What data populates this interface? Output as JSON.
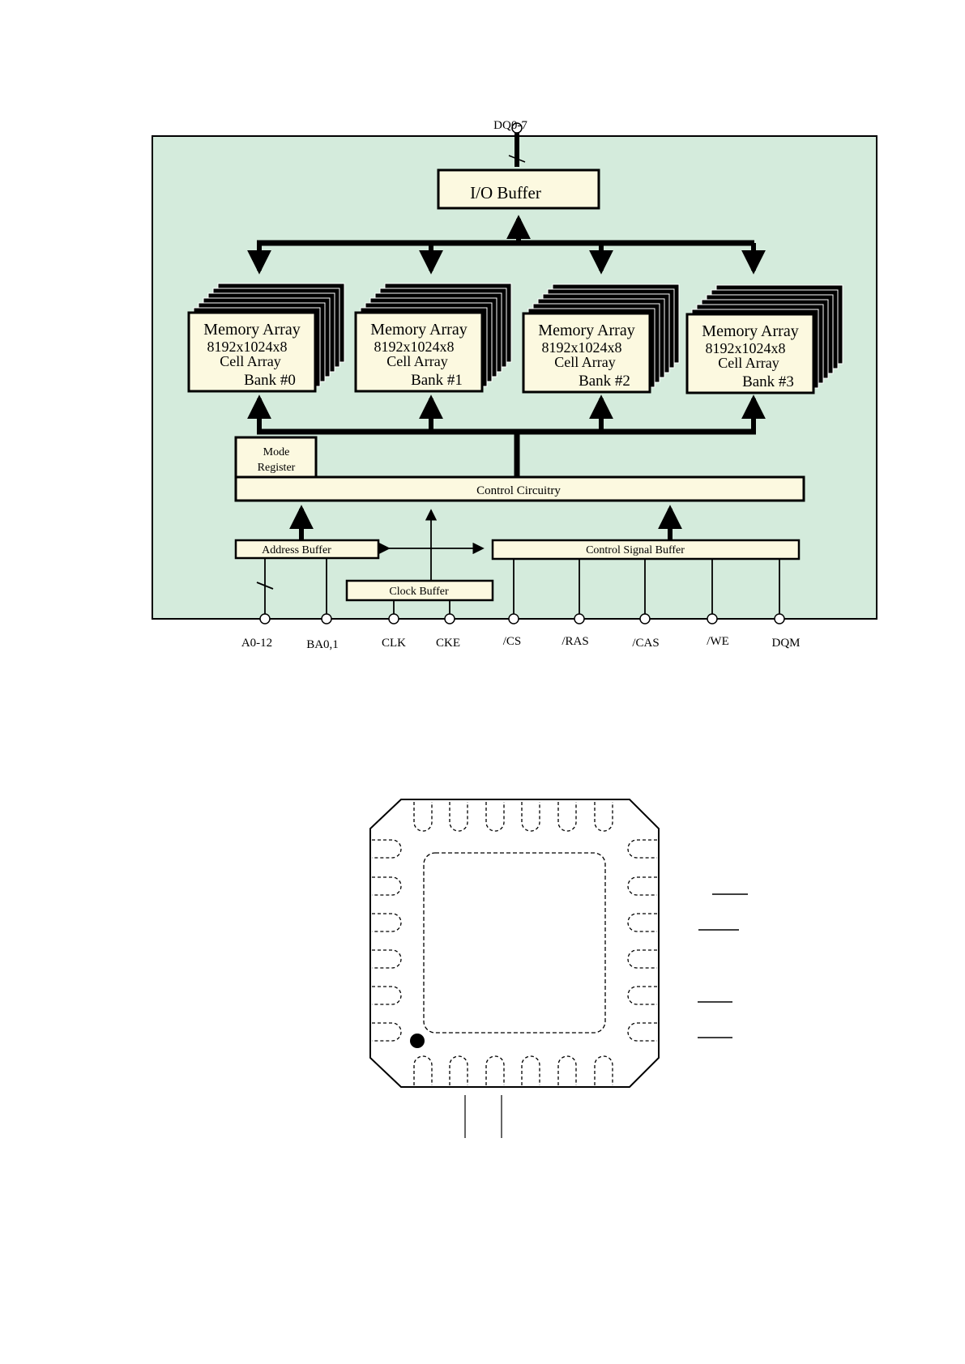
{
  "colors": {
    "panel_fill": "#d4ebdc",
    "box_fill": "#fcf9e0",
    "line": "#000000",
    "page": "#ffffff"
  },
  "block_diagram": {
    "dq_label": "DQ0-7",
    "io_buffer": "I/O Buffer",
    "banks": [
      {
        "title": "Memory Array",
        "size": "8192x1024x8",
        "sub": "Cell Array",
        "bank": "Bank #0"
      },
      {
        "title": "Memory Array",
        "size": "8192x1024x8",
        "sub": "Cell Array",
        "bank": "Bank #1"
      },
      {
        "title": "Memory Array",
        "size": "8192x1024x8",
        "sub": "Cell Array",
        "bank": "Bank #2"
      },
      {
        "title": "Memory Array",
        "size": "8192x1024x8",
        "sub": "Cell Array",
        "bank": "Bank #3"
      }
    ],
    "mode_register_line1": "Mode",
    "mode_register_line2": "Register",
    "control_circuitry": "Control Circuitry",
    "address_buffer": "Address Buffer",
    "control_signal_buffer": "Control Signal Buffer",
    "clock_buffer": "Clock Buffer",
    "pins": [
      "A0-12",
      "BA0,1",
      "CLK",
      "CKE",
      "/CS",
      "/RAS",
      "/CAS",
      "/WE",
      "DQM"
    ]
  },
  "package": {
    "top_pads": 6,
    "bottom_pads": 6,
    "left_pads": 6,
    "right_pads": 6,
    "icons": [
      "pin1-dot-icon"
    ]
  }
}
